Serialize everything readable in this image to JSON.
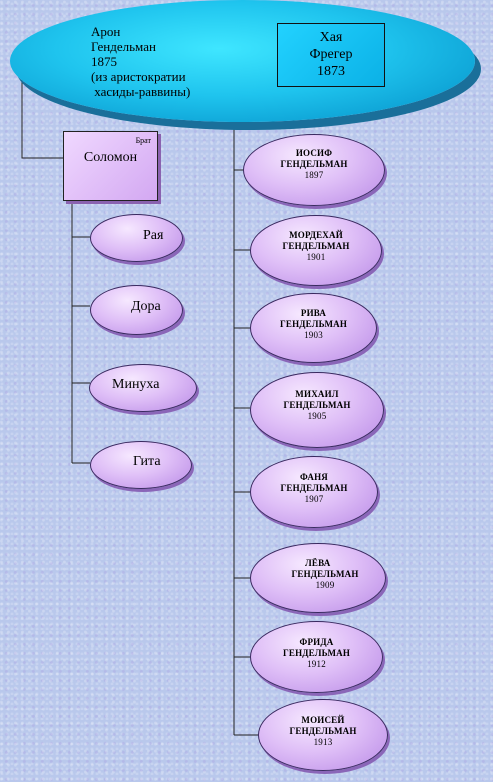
{
  "root": {
    "lines": [
      "Арон",
      "Гендельман",
      "1875",
      "(из аристократии",
      " хасиды-раввины)"
    ]
  },
  "wife": {
    "lines": [
      "Хая",
      "Фрегер",
      "1873"
    ]
  },
  "brother": {
    "tag": "Брат",
    "name": "Соломон"
  },
  "sisters": [
    "Рая",
    "Дора",
    "Минуха",
    "Гита"
  ],
  "children": [
    {
      "first": "ИОСИФ",
      "last": "ГЕНДЕЛЬМАН",
      "year": "1897"
    },
    {
      "first": "МОРДЕХАЙ",
      "last": "ГЕНДЕЛЬМАН",
      "year": "1901"
    },
    {
      "first": "РИВА",
      "last": "ГЕНДЕЛЬМАН",
      "year": "1903"
    },
    {
      "first": "МИХАИЛ",
      "last": "ГЕНДЕЛЬМАН",
      "year": "1905"
    },
    {
      "first": "ФАНЯ",
      "last": "ГЕНДЕЛЬМАН",
      "year": "1907"
    },
    {
      "first": "ЛЁВА",
      "last": "ГЕНДЕЛЬМАН",
      "year": "1909"
    },
    {
      "first": "ФРИДА",
      "last": "ГЕНДЕЛЬМАН",
      "year": "1912"
    },
    {
      "first": "МОИСЕЙ",
      "last": "ГЕНДЕЛЬМАН",
      "year": "1913"
    }
  ],
  "colors": {
    "root": "#1fc4ee",
    "node": "#dfbff7",
    "line": "#222222"
  }
}
